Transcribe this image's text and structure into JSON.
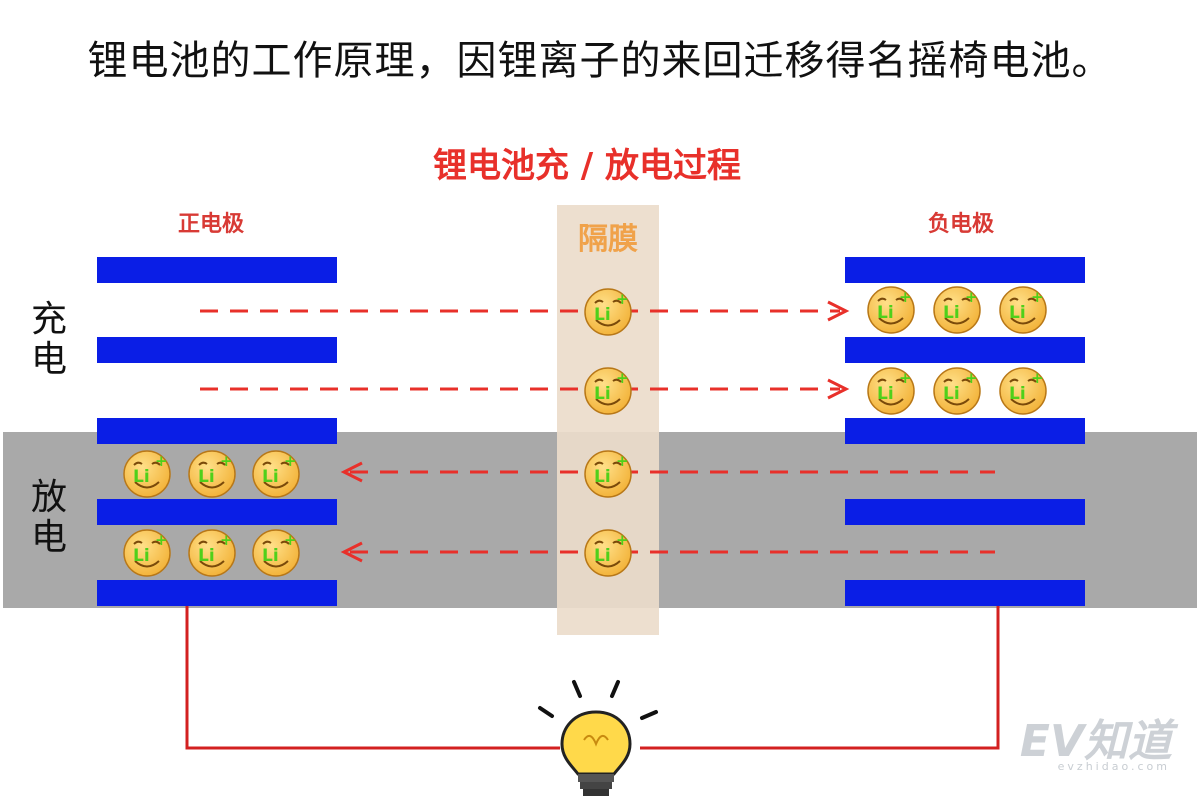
{
  "caption": "锂电池的工作原理，因锂离子的来回迁移得名摇椅电池。",
  "diagram": {
    "title": "锂电池充 / 放电过程",
    "positive_label": "正电极",
    "negative_label": "负电极",
    "separator_label": "隔膜",
    "charge_label": "充电",
    "discharge_label": "放电",
    "ion_label": "Li",
    "ion_charge": "+",
    "colors": {
      "title": "#e8302a",
      "electrode_label": "#d83a35",
      "plate": "#0a1ee6",
      "arrow": "#e8302a",
      "wire": "#d32020",
      "band": "#a9a9a9",
      "separator": "#ecdccb",
      "separator_label": "#f0a24a",
      "ion_face": "#f3b43c",
      "ion_text": "#4fd01a",
      "bulb": "#ffd94a"
    },
    "icons": [
      "lithium-ion-icon",
      "lightbulb-icon"
    ]
  },
  "watermark": {
    "brand": "EV知道",
    "url": "evzhidao.com"
  }
}
